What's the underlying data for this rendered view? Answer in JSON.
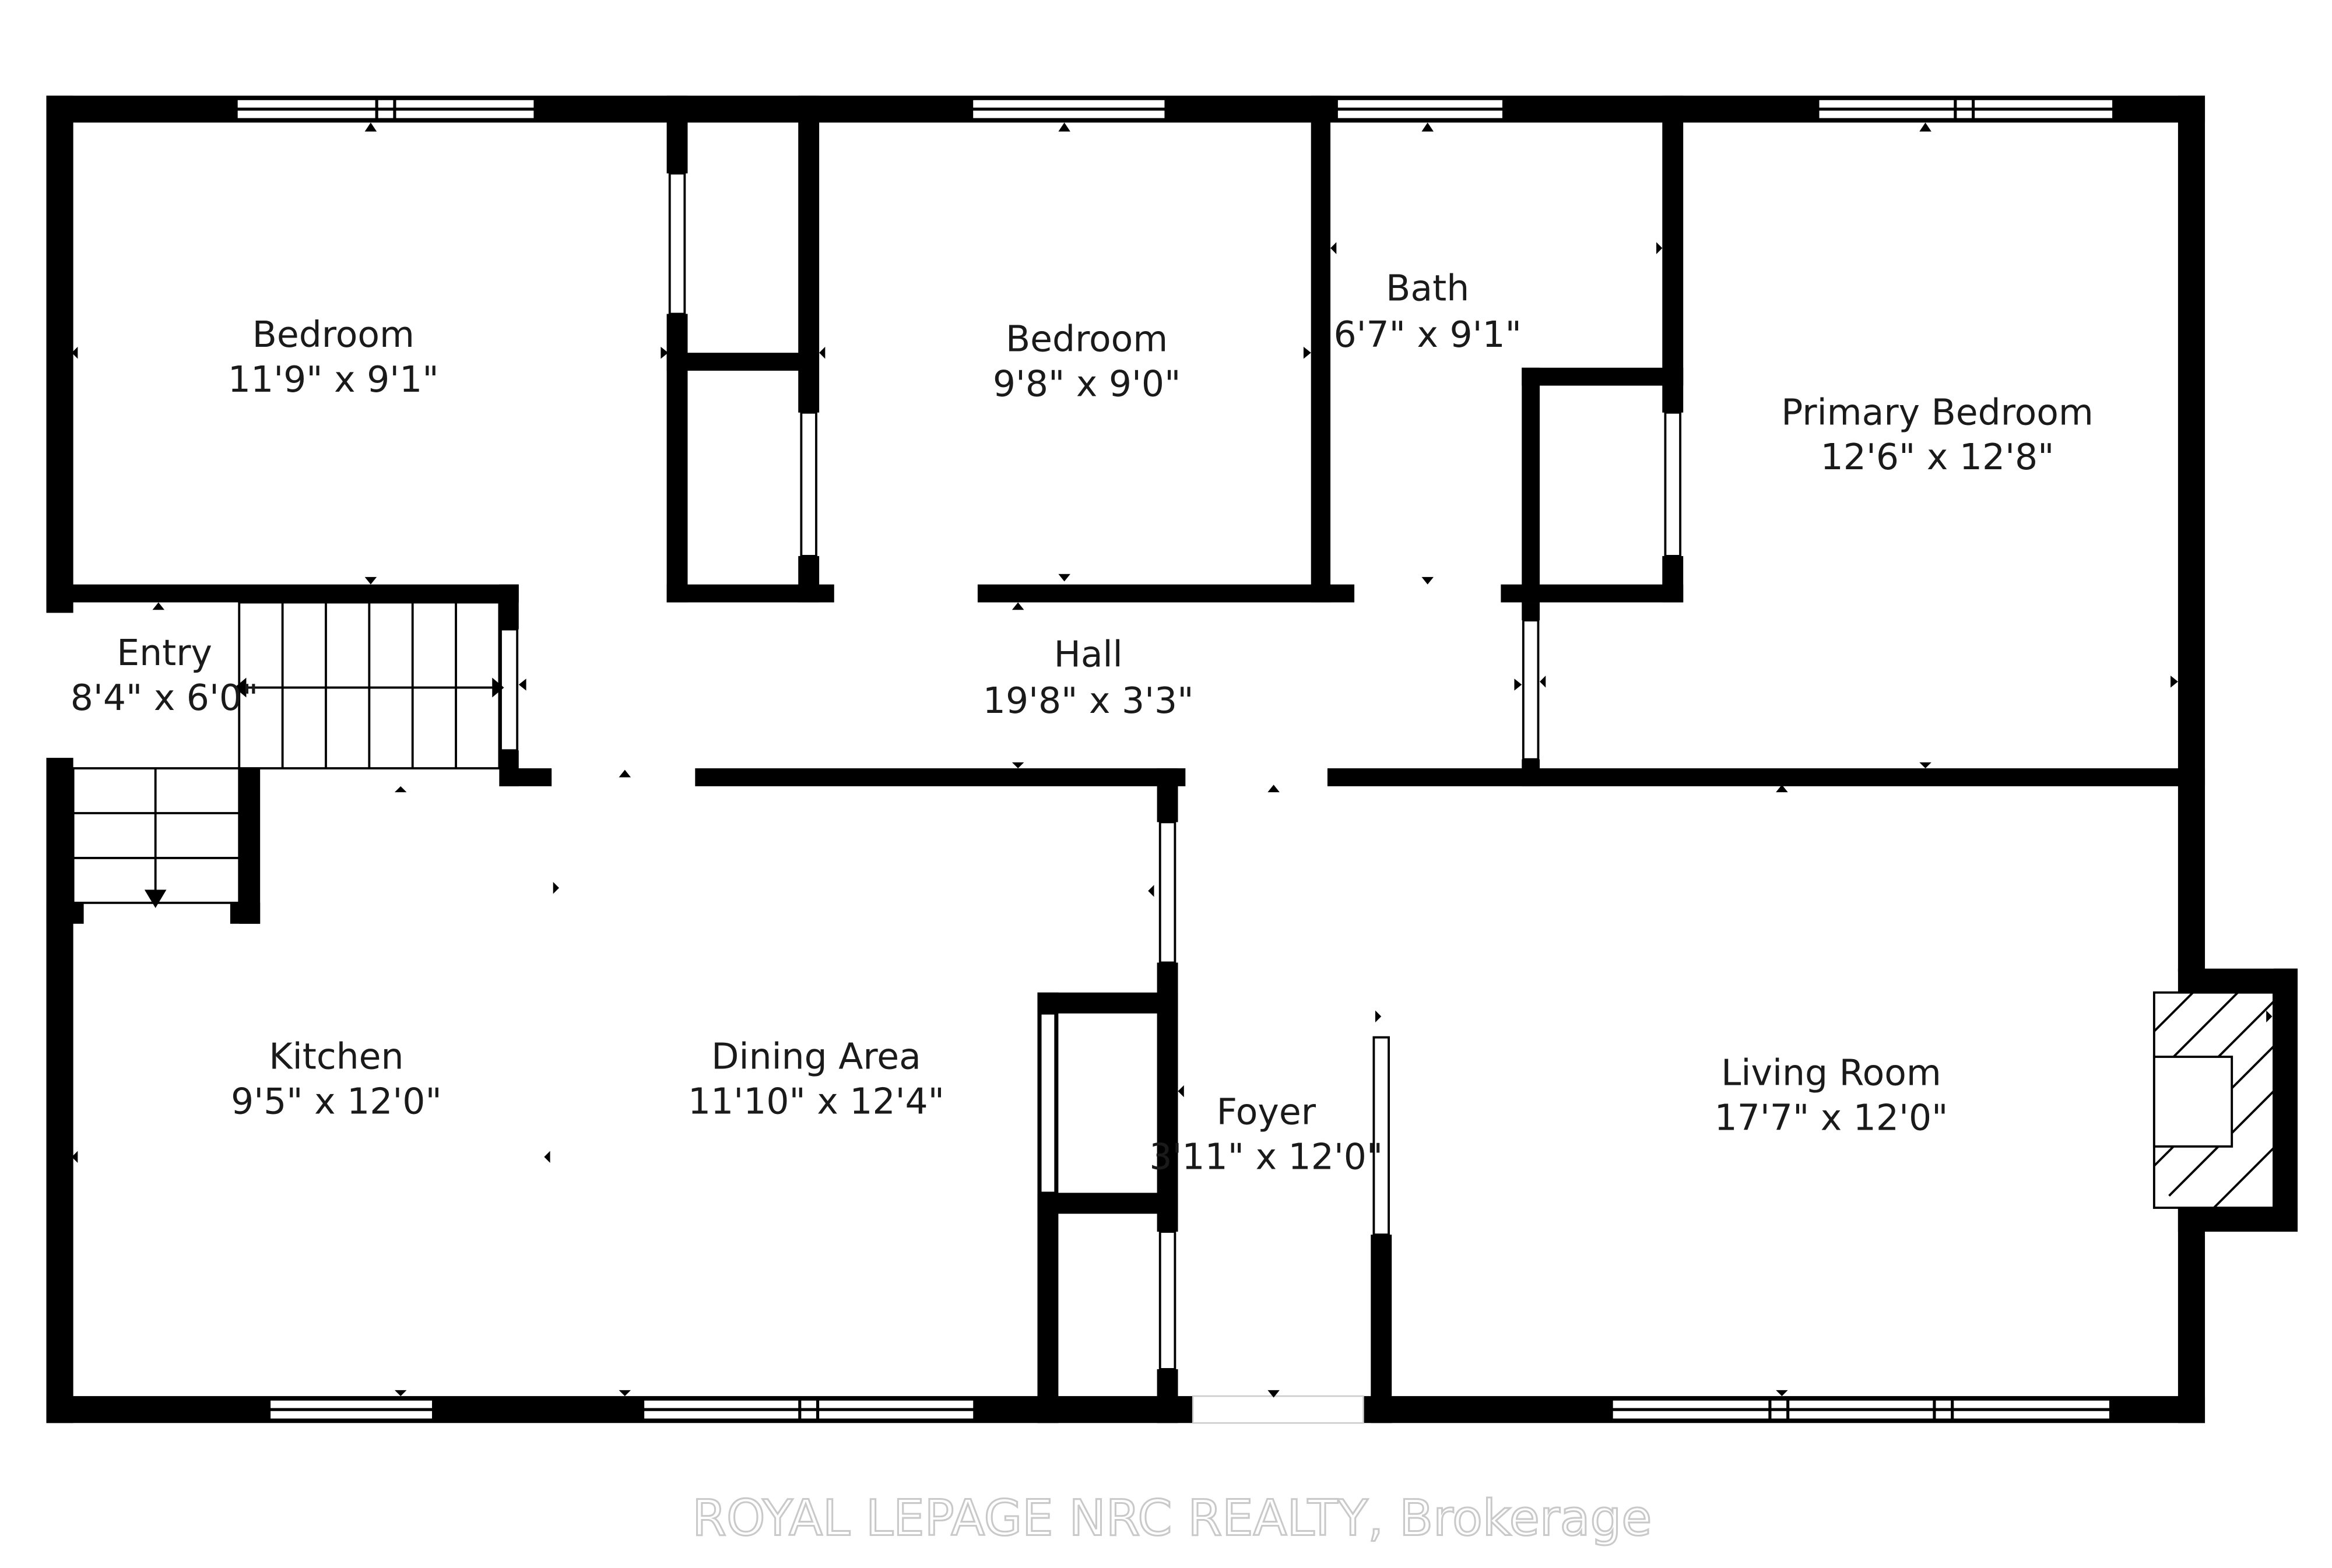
{
  "rooms": {
    "bedroom_1": {
      "name": "Bedroom",
      "dims": "11'9\" x 9'1\""
    },
    "bedroom_2": {
      "name": "Bedroom",
      "dims": "9'8\" x 9'0\""
    },
    "bath": {
      "name": "Bath",
      "dims": "6'7\" x 9'1\""
    },
    "primary_bedroom": {
      "name": "Primary Bedroom",
      "dims": "12'6\" x 12'8\""
    },
    "entry": {
      "name": "Entry",
      "dims": "8'4\" x 6'0\""
    },
    "hall": {
      "name": "Hall",
      "dims": "19'8\" x 3'3\""
    },
    "kitchen": {
      "name": "Kitchen",
      "dims": "9'5\" x 12'0\""
    },
    "dining": {
      "name": "Dining Area",
      "dims": "11'10\" x 12'4\""
    },
    "foyer": {
      "name": "Foyer",
      "dims": "3'11\" x 12'0\""
    },
    "living": {
      "name": "Living Room",
      "dims": "17'7\" x 12'0\""
    }
  },
  "watermark": "ROYAL LEPAGE NRC REALTY, Brokerage",
  "colors": {
    "wall": "#000000",
    "background": "#ffffff"
  }
}
